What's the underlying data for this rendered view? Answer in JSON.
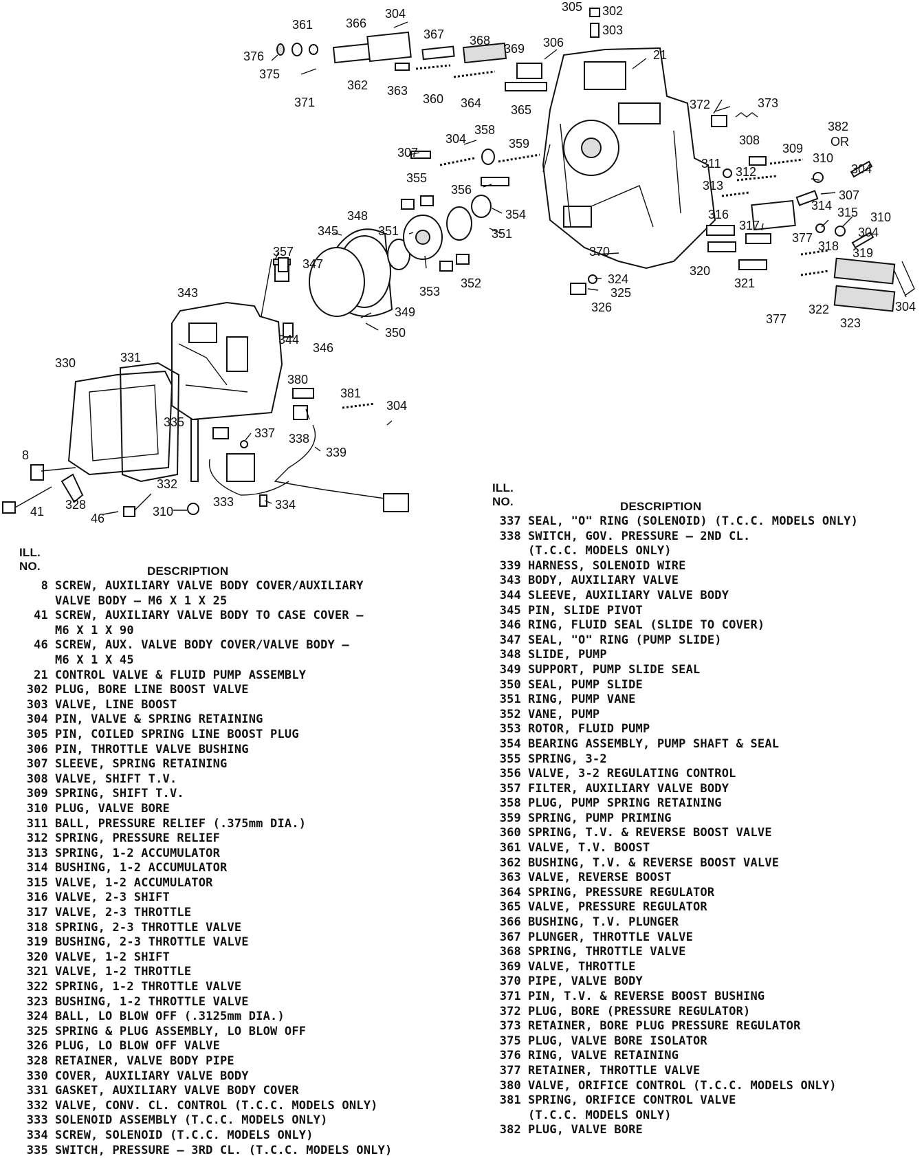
{
  "callouts": {
    "c8": "8",
    "c41": "41",
    "c46": "46",
    "c21": "21",
    "c302": "302",
    "c303": "303",
    "c304a": "304",
    "c304b": "304",
    "c304c": "304",
    "c304d": "304",
    "c304e": "304",
    "c304f": "304",
    "c305": "305",
    "c306": "306",
    "c307a": "307",
    "c307b": "307",
    "c308": "308",
    "c309": "309",
    "c310a": "310",
    "c310b": "310",
    "c310c": "310",
    "c311": "311",
    "c312": "312",
    "c313": "313",
    "c314": "314",
    "c315": "315",
    "c316": "316",
    "c317": "317",
    "c318": "318",
    "c319": "319",
    "c320": "320",
    "c321": "321",
    "c322": "322",
    "c323": "323",
    "c324": "324",
    "c325": "325",
    "c326": "326",
    "c328": "328",
    "c330": "330",
    "c331": "331",
    "c332": "332",
    "c333": "333",
    "c334": "334",
    "c335": "335",
    "c337": "337",
    "c338": "338",
    "c339": "339",
    "c343": "343",
    "c344": "344",
    "c345": "345",
    "c346": "346",
    "c347": "347",
    "c348": "348",
    "c349": "349",
    "c350": "350",
    "c351a": "351",
    "c351b": "351",
    "c352": "352",
    "c353": "353",
    "c354": "354",
    "c355": "355",
    "c356": "356",
    "c357": "357",
    "c358": "358",
    "c359": "359",
    "c360": "360",
    "c361": "361",
    "c362": "362",
    "c363": "363",
    "c364": "364",
    "c365": "365",
    "c366": "366",
    "c367": "367",
    "c368": "368",
    "c369": "369",
    "c370": "370",
    "c371": "371",
    "c372": "372",
    "c373": "373",
    "c375": "375",
    "c376": "376",
    "c377a": "377",
    "c377b": "377",
    "c380": "380",
    "c381": "381",
    "c382": "382",
    "cor": "OR"
  },
  "legend_left": {
    "ill": "ILL.",
    "no": "NO.",
    "description": "DESCRIPTION",
    "items": [
      {
        "num": "8",
        "text": "SCREW, AUXILIARY VALVE BODY COVER/AUXILIARY"
      },
      {
        "num": "",
        "text": "VALVE BODY — M6 X 1 X 25"
      },
      {
        "num": "41",
        "text": "SCREW, AUXILIARY VALVE BODY TO CASE COVER —"
      },
      {
        "num": "",
        "text": "M6 X 1 X 90"
      },
      {
        "num": "46",
        "text": "SCREW, AUX. VALVE BODY COVER/VALVE BODY —"
      },
      {
        "num": "",
        "text": "M6 X 1 X 45"
      },
      {
        "num": "21",
        "text": "CONTROL VALVE & FLUID PUMP ASSEMBLY"
      },
      {
        "num": "302",
        "text": "PLUG, BORE LINE BOOST VALVE"
      },
      {
        "num": "303",
        "text": "VALVE, LINE BOOST"
      },
      {
        "num": "304",
        "text": "PIN, VALVE & SPRING RETAINING"
      },
      {
        "num": "305",
        "text": "PIN, COILED SPRING LINE BOOST PLUG"
      },
      {
        "num": "306",
        "text": "PIN, THROTTLE VALVE BUSHING"
      },
      {
        "num": "307",
        "text": "SLEEVE, SPRING RETAINING"
      },
      {
        "num": "308",
        "text": "VALVE, SHIFT T.V."
      },
      {
        "num": "309",
        "text": "SPRING, SHIFT T.V."
      },
      {
        "num": "310",
        "text": "PLUG, VALVE BORE"
      },
      {
        "num": "311",
        "text": "BALL, PRESSURE RELIEF (.375mm DIA.)"
      },
      {
        "num": "312",
        "text": "SPRING, PRESSURE RELIEF"
      },
      {
        "num": "313",
        "text": "SPRING, 1-2 ACCUMULATOR"
      },
      {
        "num": "314",
        "text": "BUSHING, 1-2 ACCUMULATOR"
      },
      {
        "num": "315",
        "text": "VALVE, 1-2 ACCUMULATOR"
      },
      {
        "num": "316",
        "text": "VALVE, 2-3 SHIFT"
      },
      {
        "num": "317",
        "text": "VALVE, 2-3 THROTTLE"
      },
      {
        "num": "318",
        "text": "SPRING, 2-3 THROTTLE VALVE"
      },
      {
        "num": "319",
        "text": "BUSHING, 2-3 THROTTLE VALVE"
      },
      {
        "num": "320",
        "text": "VALVE, 1-2 SHIFT"
      },
      {
        "num": "321",
        "text": "VALVE, 1-2 THROTTLE"
      },
      {
        "num": "322",
        "text": "SPRING, 1-2 THROTTLE VALVE"
      },
      {
        "num": "323",
        "text": "BUSHING, 1-2 THROTTLE VALVE"
      },
      {
        "num": "324",
        "text": "BALL, LO BLOW OFF (.3125mm DIA.)"
      },
      {
        "num": "325",
        "text": "SPRING & PLUG ASSEMBLY, LO BLOW OFF"
      },
      {
        "num": "326",
        "text": "PLUG, LO BLOW OFF VALVE"
      },
      {
        "num": "328",
        "text": "RETAINER, VALVE BODY PIPE"
      },
      {
        "num": "330",
        "text": "COVER, AUXILIARY VALVE BODY"
      },
      {
        "num": "331",
        "text": "GASKET, AUXILIARY VALVE BODY COVER"
      },
      {
        "num": "332",
        "text": "VALVE, CONV. CL. CONTROL (T.C.C. MODELS ONLY)"
      },
      {
        "num": "333",
        "text": "SOLENOID ASSEMBLY (T.C.C. MODELS ONLY)"
      },
      {
        "num": "334",
        "text": "SCREW, SOLENOID (T.C.C. MODELS ONLY)"
      },
      {
        "num": "335",
        "text": "SWITCH, PRESSURE — 3RD CL. (T.C.C. MODELS ONLY)"
      }
    ]
  },
  "legend_right": {
    "ill": "ILL.",
    "no": "NO.",
    "description": "DESCRIPTION",
    "items": [
      {
        "num": "337",
        "text": "SEAL, \"O\" RING (SOLENOID) (T.C.C. MODELS ONLY)"
      },
      {
        "num": "338",
        "text": "SWITCH, GOV. PRESSURE — 2ND CL."
      },
      {
        "num": "",
        "text": "(T.C.C. MODELS ONLY)"
      },
      {
        "num": "339",
        "text": "HARNESS, SOLENOID WIRE"
      },
      {
        "num": "343",
        "text": "BODY, AUXILIARY VALVE"
      },
      {
        "num": "344",
        "text": "SLEEVE, AUXILIARY VALVE BODY"
      },
      {
        "num": "345",
        "text": "PIN, SLIDE PIVOT"
      },
      {
        "num": "346",
        "text": "RING, FLUID SEAL (SLIDE TO COVER)"
      },
      {
        "num": "347",
        "text": "SEAL, \"O\" RING (PUMP SLIDE)"
      },
      {
        "num": "348",
        "text": "SLIDE, PUMP"
      },
      {
        "num": "349",
        "text": "SUPPORT, PUMP SLIDE SEAL"
      },
      {
        "num": "350",
        "text": "SEAL, PUMP SLIDE"
      },
      {
        "num": "351",
        "text": "RING, PUMP VANE"
      },
      {
        "num": "352",
        "text": "VANE, PUMP"
      },
      {
        "num": "353",
        "text": "ROTOR, FLUID PUMP"
      },
      {
        "num": "354",
        "text": "BEARING ASSEMBLY, PUMP SHAFT & SEAL"
      },
      {
        "num": "355",
        "text": "SPRING, 3-2"
      },
      {
        "num": "356",
        "text": "VALVE, 3-2 REGULATING CONTROL"
      },
      {
        "num": "357",
        "text": "FILTER, AUXILIARY VALVE BODY"
      },
      {
        "num": "358",
        "text": "PLUG, PUMP SPRING RETAINING"
      },
      {
        "num": "359",
        "text": "SPRING, PUMP PRIMING"
      },
      {
        "num": "360",
        "text": "SPRING, T.V. & REVERSE BOOST VALVE"
      },
      {
        "num": "361",
        "text": "VALVE, T.V. BOOST"
      },
      {
        "num": "362",
        "text": "BUSHING, T.V. & REVERSE BOOST VALVE"
      },
      {
        "num": "363",
        "text": "VALVE, REVERSE BOOST"
      },
      {
        "num": "364",
        "text": "SPRING, PRESSURE REGULATOR"
      },
      {
        "num": "365",
        "text": "VALVE, PRESSURE REGULATOR"
      },
      {
        "num": "366",
        "text": "BUSHING, T.V. PLUNGER"
      },
      {
        "num": "367",
        "text": "PLUNGER, THROTTLE VALVE"
      },
      {
        "num": "368",
        "text": "SPRING, THROTTLE VALVE"
      },
      {
        "num": "369",
        "text": "VALVE, THROTTLE"
      },
      {
        "num": "370",
        "text": "PIPE, VALVE BODY"
      },
      {
        "num": "371",
        "text": "PIN, T.V. & REVERSE BOOST BUSHING"
      },
      {
        "num": "372",
        "text": "PLUG, BORE (PRESSURE REGULATOR)"
      },
      {
        "num": "373",
        "text": "RETAINER, BORE PLUG PRESSURE REGULATOR"
      },
      {
        "num": "375",
        "text": "PLUG, VALVE BORE ISOLATOR"
      },
      {
        "num": "376",
        "text": "RING, VALVE RETAINING"
      },
      {
        "num": "377",
        "text": "RETAINER, THROTTLE VALVE"
      },
      {
        "num": "380",
        "text": "VALVE, ORIFICE CONTROL (T.C.C. MODELS ONLY)"
      },
      {
        "num": "381",
        "text": "SPRING, ORIFICE CONTROL VALVE"
      },
      {
        "num": "",
        "text": "(T.C.C. MODELS ONLY)"
      },
      {
        "num": "382",
        "text": "PLUG, VALVE BORE"
      }
    ]
  }
}
